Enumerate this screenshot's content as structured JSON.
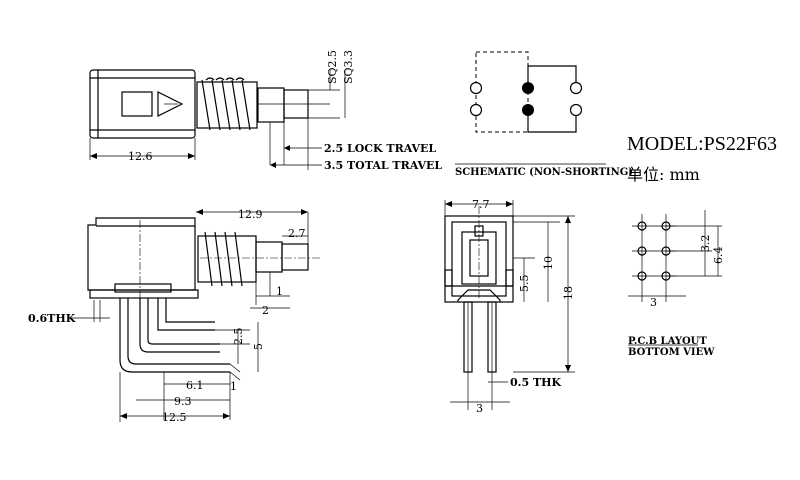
{
  "model": {
    "label": "MODEL:PS22F63",
    "unit": "单位: mm"
  },
  "top_view": {
    "dims": {
      "body_length": "12.6",
      "sq_small": "SQ2.5",
      "sq_large": "SQ3.3",
      "lock_travel": "2.5 LOCK TRAVEL",
      "total_travel": "3.5 TOTAL TRAVEL"
    }
  },
  "side_view": {
    "dims": {
      "length": "12.9",
      "plunger": "2.7",
      "step1": "1",
      "step2": "2",
      "thk": "0.6THK",
      "pin_pitch": "2.5",
      "pin_span": "5",
      "d61": "6.1",
      "d1": "1",
      "d93": "9.3",
      "d125": "12.5"
    }
  },
  "front_view": {
    "dims": {
      "width": "7.7",
      "height10": "10",
      "height55": "5.5",
      "height18": "18",
      "thk": "0.5 THK",
      "pitch": "3"
    }
  },
  "schematic": {
    "label": "SCHEMATIC (NON-SHORTING)"
  },
  "pcb": {
    "label1": "P.C.B LAYOUT",
    "label2": "BOTTOM VIEW",
    "dims": {
      "row": "3.2",
      "total": "6.4",
      "col": "3"
    }
  }
}
